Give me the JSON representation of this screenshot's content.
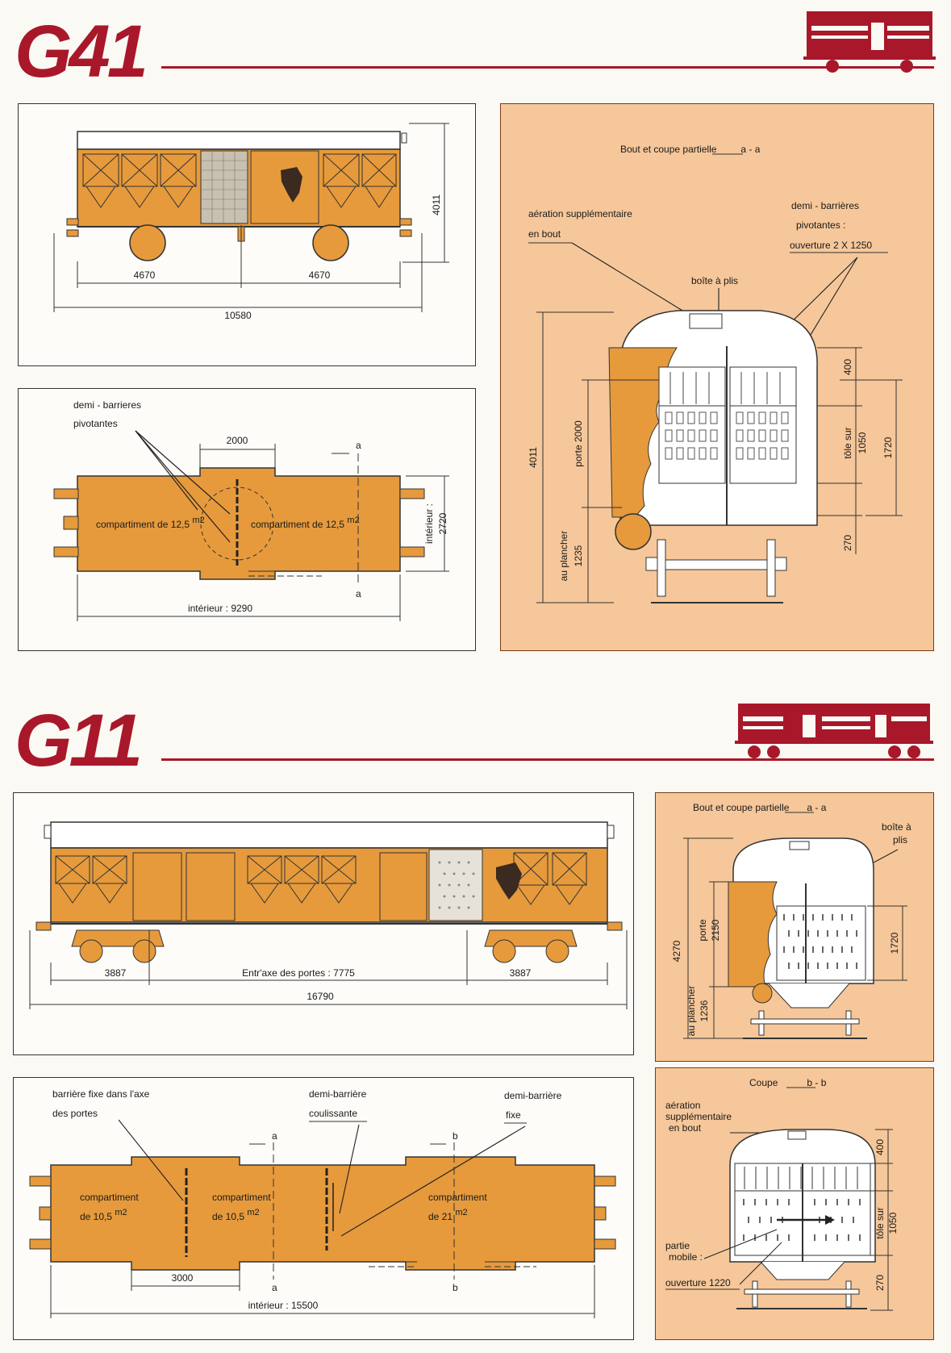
{
  "g41": {
    "title": "G41",
    "side_view": {
      "dim_left": "4670",
      "dim_right": "4670",
      "dim_total": "10580",
      "dim_height": "4011"
    },
    "plan_view": {
      "label_barriers_1": "demi - barrieres",
      "label_barriers_2": "pivotantes",
      "dim_gap": "2000",
      "section_mark": "a",
      "compartment_left": "compartiment de 12,5",
      "compartment_right": "compartiment de 12,5",
      "unit": "m2",
      "interior_width_label": "intérieur :",
      "interior_width": "2720",
      "interior_length": "intérieur : 9290"
    },
    "end_section": {
      "title": "Bout et coupe partielle",
      "section": "a - a",
      "label_aeration_1": "aération supplémentaire",
      "label_aeration_2": "en bout",
      "label_barriers_1": "demi - barrières",
      "label_barriers_2": "pivotantes :",
      "label_opening": "ouverture 2 X 1250",
      "label_box": "boîte à plis",
      "dim_height": "4011",
      "label_door": "porte 2000",
      "label_floor": "au plancher",
      "dim_floor": "1235",
      "dim_top": "400",
      "label_sheet": "tôle sur",
      "dim_sheet": "1050",
      "dim_opening": "1720",
      "dim_bottom": "270"
    }
  },
  "g11": {
    "title": "G11",
    "side_view": {
      "dim_left": "3887",
      "label_center": "Entr'axe des portes : 7775",
      "dim_right": "3887",
      "dim_total": "16790"
    },
    "plan_view": {
      "label_fixed_axis_1": "barrière fixe dans l'axe",
      "label_fixed_axis_2": "des portes",
      "label_sliding_1": "demi-barrière",
      "label_sliding_2": "coulissante",
      "label_half_fixed_1": "demi-barrière",
      "label_half_fixed_2": "fixe",
      "mark_a": "a",
      "mark_b": "b",
      "comp1_line1": "compartiment",
      "comp1_line2": "de 10,5",
      "comp2_line1": "compartiment",
      "comp2_line2": "de 10,5",
      "comp3_line1": "compartiment",
      "comp3_line2": "de 21",
      "unit": "m2",
      "dim_door": "3000",
      "interior_length": "intérieur : 15500"
    },
    "end_section": {
      "title": "Bout et coupe partielle",
      "section": "a - a",
      "label_box_1": "boîte à",
      "label_box_2": "plis",
      "dim_height": "4270",
      "label_door": "porte",
      "dim_door": "2150",
      "label_floor": "au plancher",
      "dim_floor": "1236",
      "dim_opening": "1720"
    },
    "cross_section": {
      "title": "Coupe",
      "section": "b - b",
      "label_aeration_1": "aération",
      "label_aeration_2": "supplémentaire",
      "label_aeration_3": "en bout",
      "dim_top": "400",
      "label_sheet": "tôle sur",
      "dim_sheet": "1050",
      "label_mobile_1": "partie",
      "label_mobile_2": "mobile :",
      "label_opening": "ouverture 1220",
      "dim_bottom": "270"
    }
  },
  "colors": {
    "brand": "#a8182a",
    "wagon": "#e69a3c",
    "panel_tan": "#f6c79a"
  }
}
